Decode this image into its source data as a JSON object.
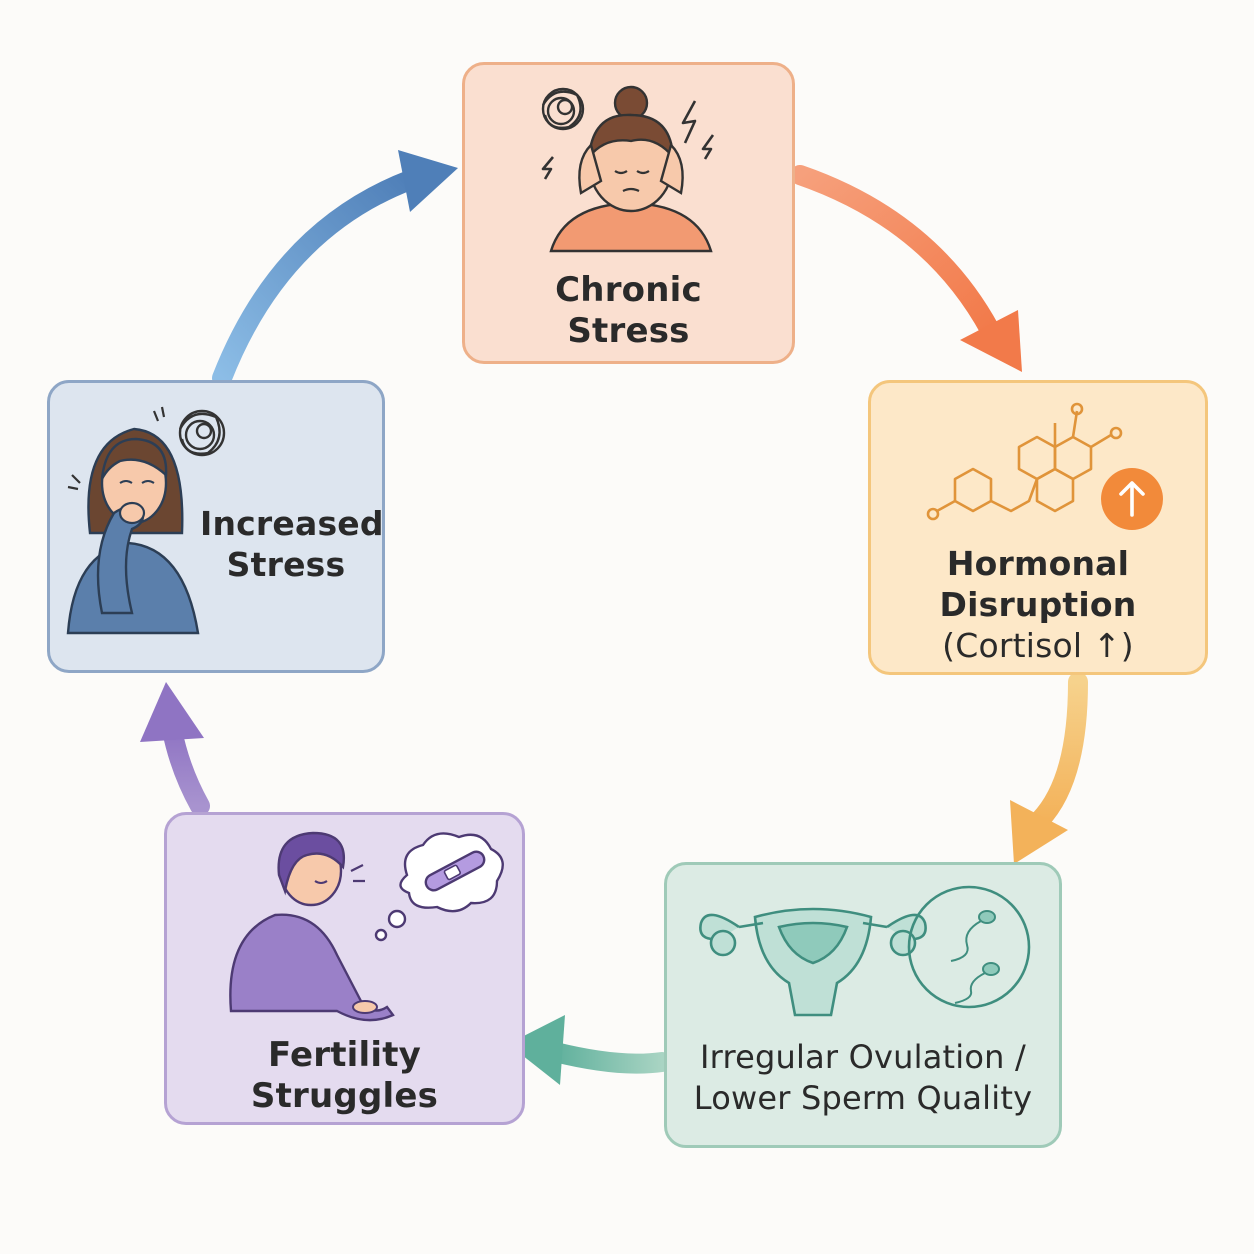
{
  "nodes": {
    "chronic_stress": {
      "line1": "Chronic",
      "line2": "Stress",
      "color": "#f0a57c"
    },
    "hormonal_disruption": {
      "line1": "Hormonal",
      "line2": "Disruption",
      "line3": "(Cortisol ↑)",
      "badge": "↑",
      "color": "#f28a3a"
    },
    "irregular_ovulation": {
      "line1": "Irregular Ovulation /",
      "line2": "Lower Sperm Quality",
      "color": "#5aa594"
    },
    "fertility_struggles": {
      "line1": "Fertility",
      "line2": "Struggles",
      "color": "#8a70bd"
    },
    "increased_stress": {
      "line1": "Increased",
      "line2": "Stress",
      "color": "#4f79ad"
    }
  },
  "icons": [
    "tangled-thought-icon",
    "lightning-icon",
    "hormone-molecule-icon",
    "arrow-up-icon",
    "uterus-icon",
    "sperm-icon",
    "pregnancy-test-icon",
    "thought-bubble-icon"
  ]
}
